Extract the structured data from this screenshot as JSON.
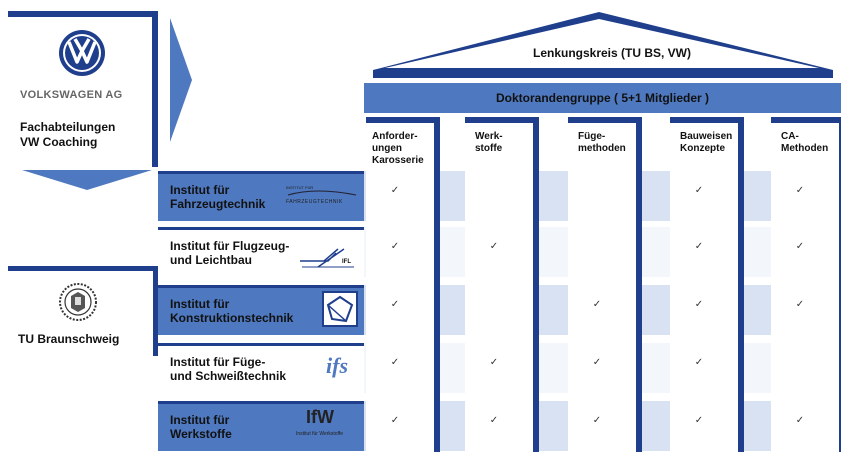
{
  "vw": {
    "brand": "VOLKSWAGEN AG",
    "line1": "Fachabteilungen",
    "line2": "VW Coaching"
  },
  "tubs": {
    "name": "TU Braunschweig"
  },
  "roof": {
    "label": "Lenkungskreis (TU BS, VW)"
  },
  "doctoral": {
    "label": "Doktorandengruppe ( 5+1 Mitglieder )"
  },
  "columns": [
    {
      "line1": "Anforder-",
      "line2": "ungen",
      "line3": "Karosserie"
    },
    {
      "line1": "Werk-",
      "line2": "stoffe",
      "line3": ""
    },
    {
      "line1": "Füge-",
      "line2": "methoden",
      "line3": ""
    },
    {
      "line1": "Bauweisen",
      "line2": "Konzepte",
      "line3": ""
    },
    {
      "line1": "CA-",
      "line2": "Methoden",
      "line3": ""
    }
  ],
  "institutes": [
    {
      "line1": "Institut für",
      "line2": "Fahrzeugtechnik",
      "logo": "FAHRZEUGTECHNIK",
      "logo_small": "INSTITUT FÜR"
    },
    {
      "line1": "Institut für Flugzeug-",
      "line2": "und Leichtbau",
      "logo": "IFL"
    },
    {
      "line1": "Institut für",
      "line2": "Konstruktionstechnik",
      "logo": ""
    },
    {
      "line1": "Institut für Füge-",
      "line2": "und Schweißtechnik",
      "logo": "ifs"
    },
    {
      "line1": "Institut für",
      "line2": "Werkstoffe",
      "logo": "IfW",
      "logo_small": "Institut für Werkstoffe"
    }
  ],
  "check_symbol": "✓",
  "matrix": [
    [
      true,
      false,
      false,
      true,
      true
    ],
    [
      true,
      true,
      false,
      true,
      true
    ],
    [
      true,
      false,
      true,
      true,
      true
    ],
    [
      true,
      true,
      true,
      true,
      false
    ],
    [
      true,
      true,
      true,
      true,
      true
    ]
  ],
  "colors": {
    "navy": "#1f3f8c",
    "blue": "#4e78bf",
    "pale": "#d9e2f2",
    "light": "#8fa8d8"
  }
}
